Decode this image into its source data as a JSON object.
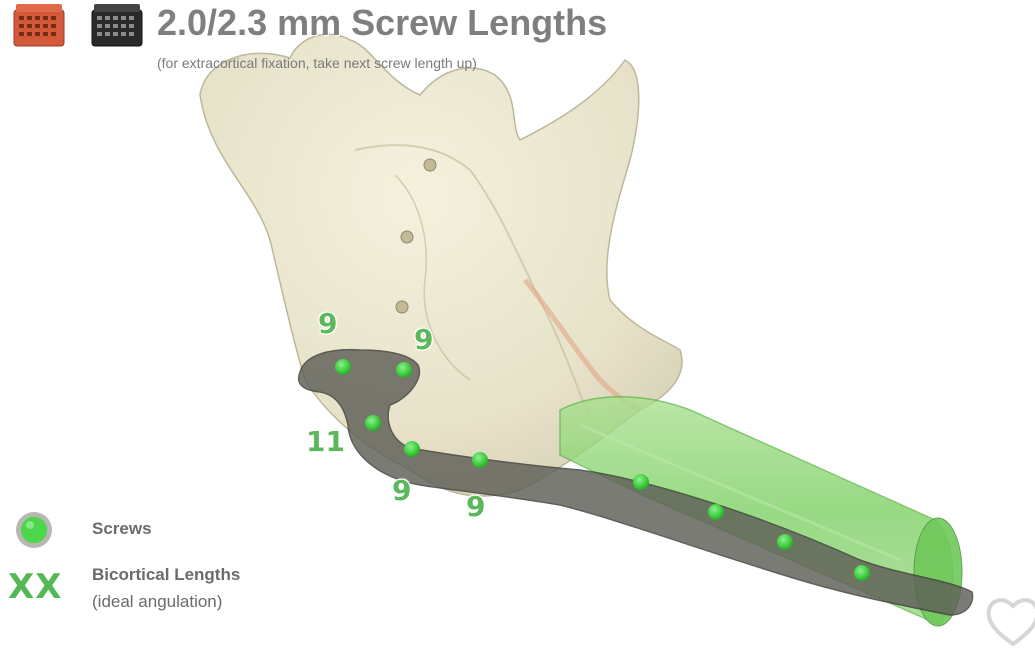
{
  "header": {
    "title": "2.0/2.3 mm Screw Lengths",
    "subtitle": "(for extracortical fixation, take next screw length up)"
  },
  "icons": {
    "rack_orange": "screw-rack-orange-icon",
    "rack_black": "screw-rack-black-icon",
    "like": "heart-icon"
  },
  "screw_labels": [
    "9",
    "9",
    "11",
    "9",
    "9"
  ],
  "legend": {
    "screws_label": "Screws",
    "xx_symbol": "XX",
    "bicortical_label": "Bicortical Lengths",
    "bicortical_note": "(ideal angulation)"
  },
  "colors": {
    "screw_green": "#4cd64c",
    "label_green": "#5cb85c",
    "plate_gray": "#6e6e66",
    "bone": "#ece8d2",
    "guide_green": "#7fd16a",
    "rack_orange": "#d4583a",
    "rack_black": "#2a2a2a"
  }
}
